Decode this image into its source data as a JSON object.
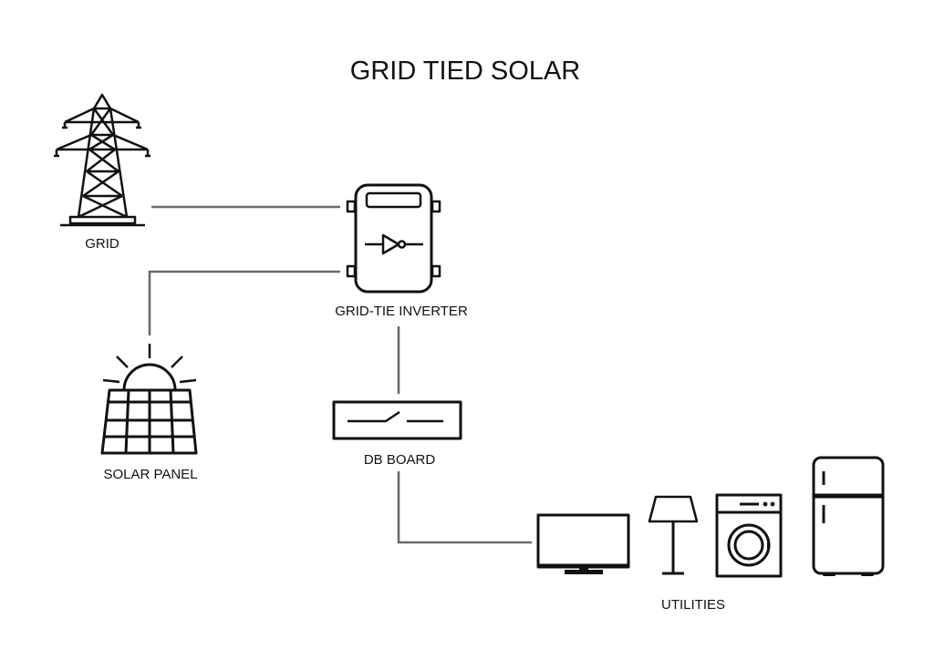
{
  "diagram": {
    "title": "GRID TIED SOLAR",
    "colors": {
      "icon": "#111111",
      "wire": "#6b6b6b",
      "background": "#ffffff"
    },
    "nodes": [
      {
        "id": "grid",
        "label": "GRID",
        "icon": "transmission-tower-icon"
      },
      {
        "id": "inverter",
        "label": "GRID-TIE INVERTER",
        "icon": "inverter-icon"
      },
      {
        "id": "solar",
        "label": "SOLAR PANEL",
        "icon": "solar-panel-icon"
      },
      {
        "id": "db",
        "label": "DB BOARD",
        "icon": "switch-board-icon"
      },
      {
        "id": "utilities",
        "label": "UTILITIES",
        "icons": [
          "tv-icon",
          "lamp-icon",
          "washing-machine-icon",
          "refrigerator-icon"
        ]
      }
    ],
    "edges": [
      {
        "from": "grid",
        "to": "inverter"
      },
      {
        "from": "solar",
        "to": "inverter"
      },
      {
        "from": "inverter",
        "to": "db"
      },
      {
        "from": "db",
        "to": "utilities"
      }
    ]
  }
}
